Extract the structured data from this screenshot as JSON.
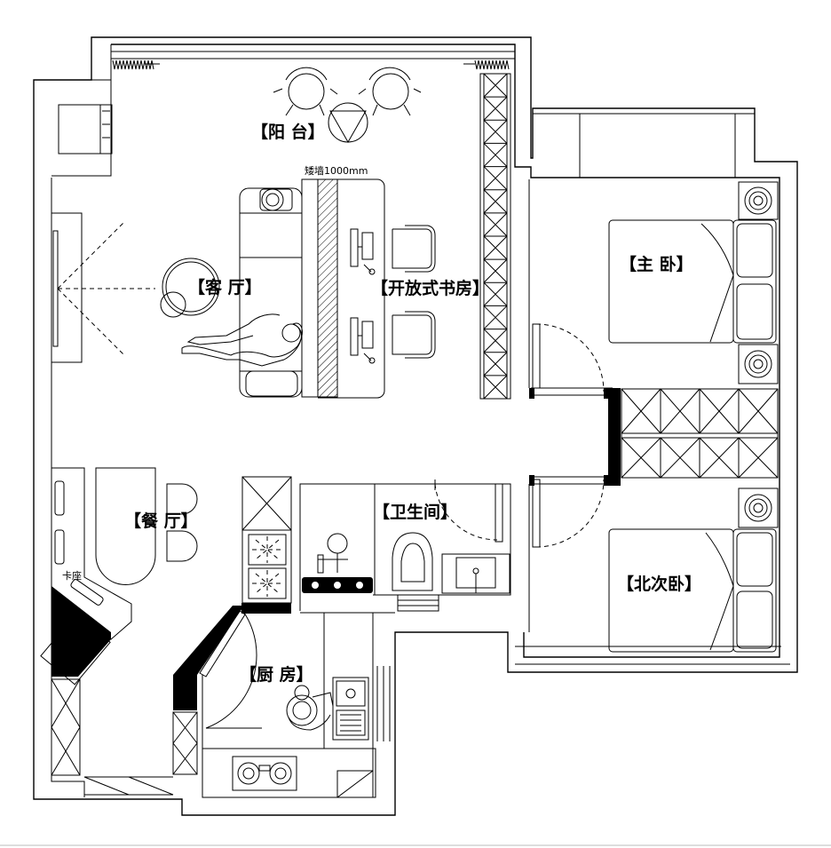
{
  "labels": {
    "balcony": "【阳 台】",
    "low_wall": "矮墙1000mm",
    "living_room": "【客 厅】",
    "study": "【开放式书房】",
    "master_bedroom": "【主 卧】",
    "dining_room": "【餐 厅】",
    "booth_seat": "卡座",
    "bathroom": "【卫生间】",
    "second_bedroom": "【北次卧】",
    "kitchen": "【厨 房】"
  },
  "colors": {
    "line": "#000000",
    "background": "#ffffff"
  },
  "icons": [
    "chair-icon",
    "triangle-table-icon",
    "washing-machine-icon",
    "tv-icon",
    "round-table-icon",
    "sofa-icon",
    "person-icon",
    "desk-chair-icon",
    "monitor-icon",
    "bed-icon",
    "nightstand-lamp-icon",
    "wardrobe-icon",
    "door-swing-icon",
    "toilet-icon",
    "sink-icon",
    "shower-icon",
    "stove-icon",
    "kitchen-sink-icon",
    "fridge-icon"
  ]
}
